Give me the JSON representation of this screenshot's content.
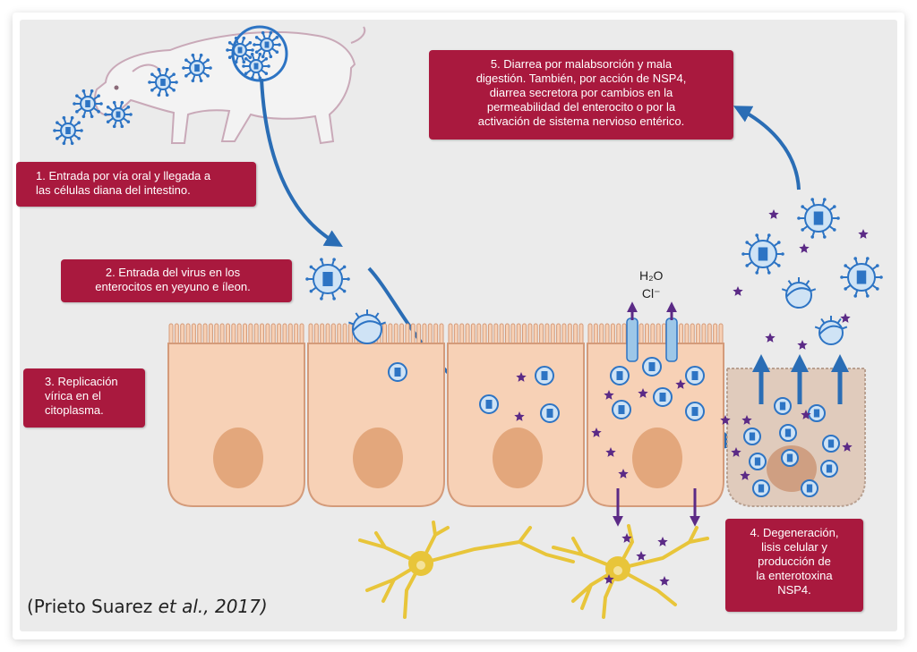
{
  "steps": {
    "step1": [
      "1. Entrada por vía oral y llegada a",
      "las células diana del intestino."
    ],
    "step2": [
      "2. Entrada del virus en los",
      "enterocitos en yeyuno e íleon."
    ],
    "step3": [
      "3. Replicación",
      "vírica en el",
      "citoplasma."
    ],
    "step4": [
      "4. Degeneración,",
      "lisis celular y",
      "producción de",
      "la enterotoxina",
      "NSP4."
    ],
    "step5": [
      "5. Diarrea por malabsorción y mala",
      "digestión. También, por acción de NSP4,",
      "diarrea secretora por cambios en la",
      "permeabilidad del enterocito o por la",
      "activación de sistema nervioso entérico."
    ]
  },
  "secretion_labels": {
    "water": "H₂O",
    "chloride": "Cl⁻"
  },
  "citation": {
    "authors": "(Prieto Suarez ",
    "etal": "et al.",
    "year": ", 2017)"
  },
  "colors": {
    "box": "#a9193e",
    "arrow": "#2a6db5",
    "cell": "#f7d1b6",
    "nucleus": "#e3a77c",
    "virus": "#2d74c4",
    "toxin": "#5b2a86",
    "neuron": "#e8c53a",
    "background": "#ebebeb"
  }
}
